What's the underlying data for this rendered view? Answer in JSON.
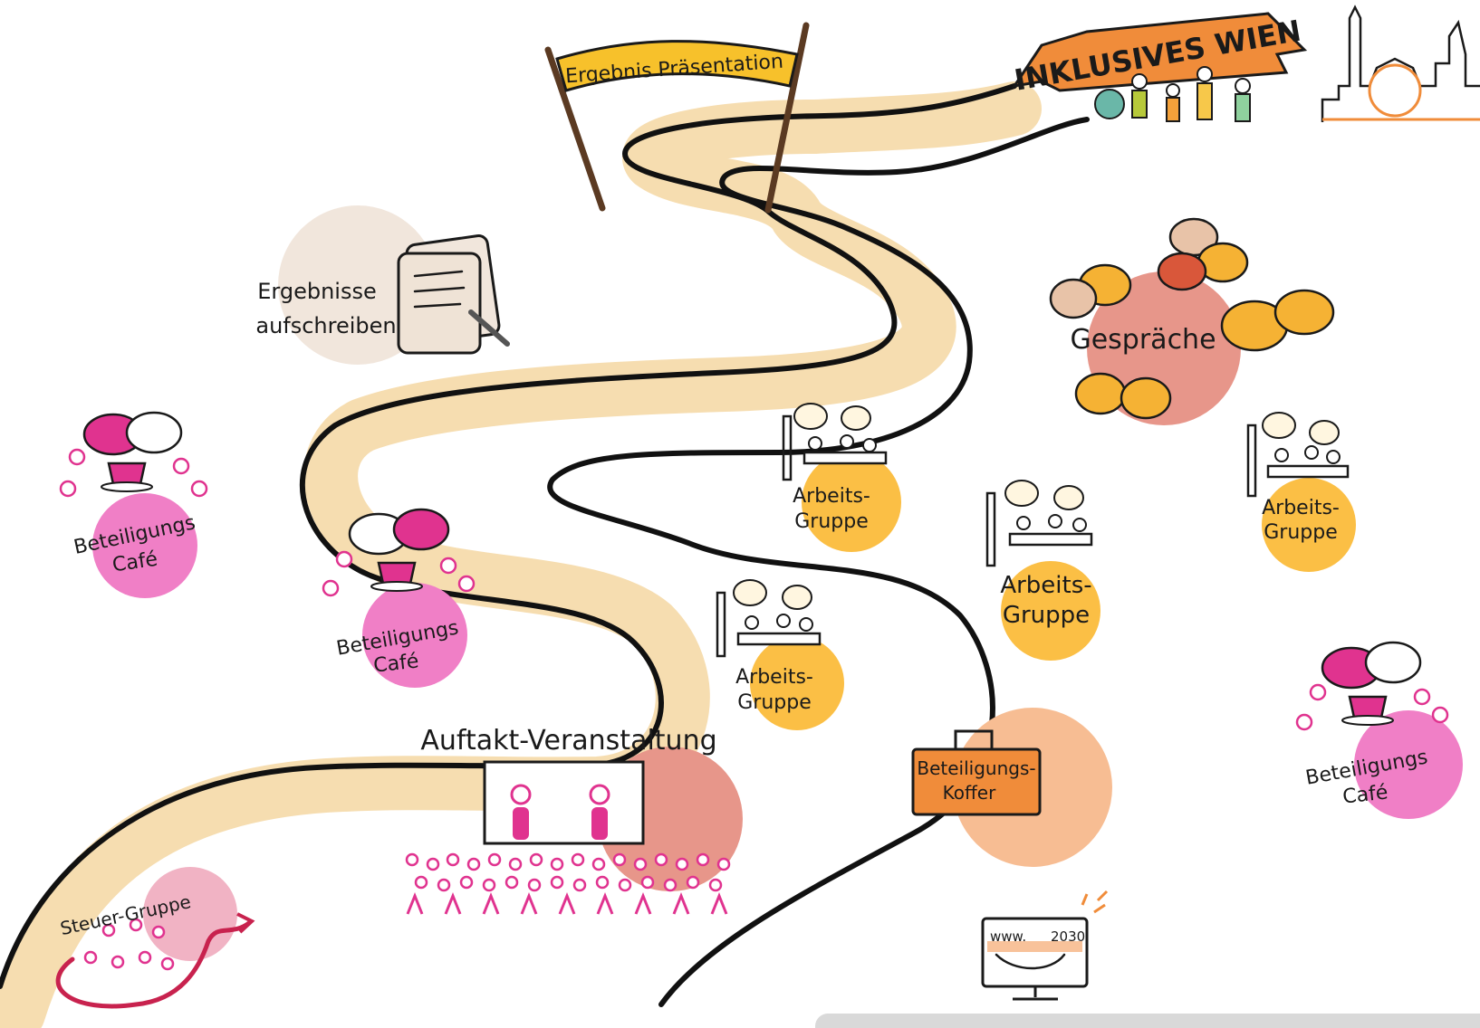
{
  "banner_inklusives_wien": "INKLUSIVES WIEN",
  "banner_ergebnis": "Ergebnis Präsentation",
  "ergebnisse": [
    "Ergebnisse",
    "aufschreiben"
  ],
  "gespraeche": "Gespräche",
  "arbeitsgruppe": [
    "Arbeits-",
    "Gruppe"
  ],
  "beteiligungs_cafe": [
    "Beteiligungs",
    "Café"
  ],
  "auftakt": "Auftakt-Veranstaltung",
  "koffer": [
    "Beteiligungs-",
    "Koffer"
  ],
  "steuer_gruppe": "Steuer-Gruppe",
  "website": [
    "www.",
    "2030"
  ],
  "colors": {
    "road": "#f6ddb0",
    "pink": "#f07fc6",
    "magenta": "#e0338f",
    "yellow_circle": "#fbbf45",
    "orange": "#f08c3a",
    "salmon": "#e7968a",
    "beige": "#f1e6dc"
  }
}
